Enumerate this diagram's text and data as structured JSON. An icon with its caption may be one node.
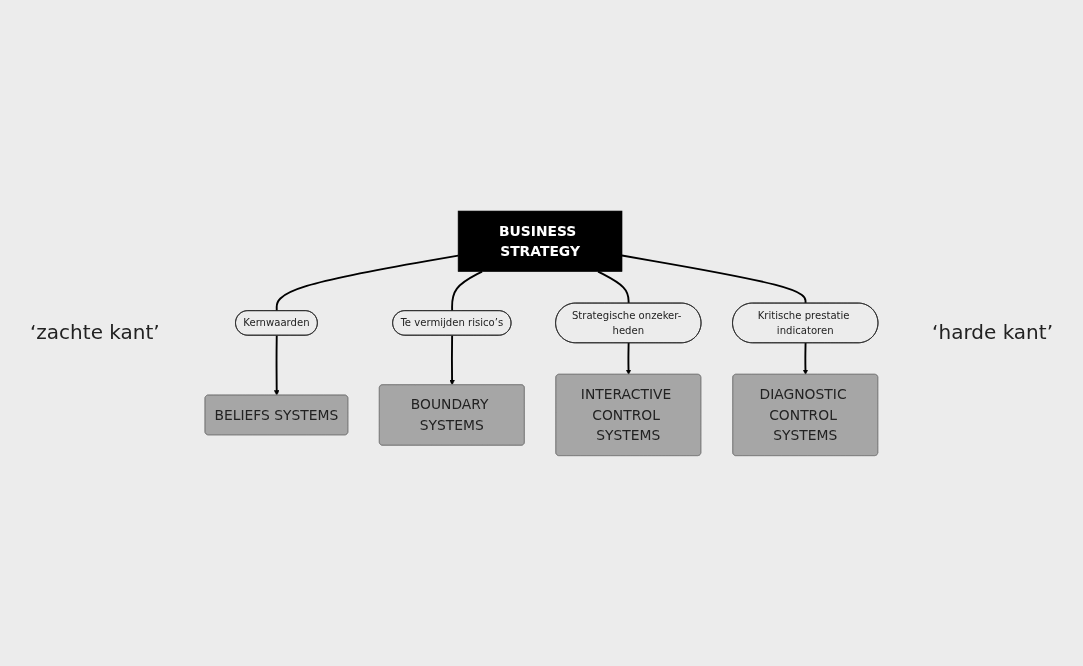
{
  "diagram": {
    "nodes": [
      {
        "text": [
          "BELIEFS SYSTEMS"
        ]
      },
      {
        "text": [
          "BOUNDARY SYSTEMS"
        ]
      },
      {
        "text": [
          "Kernwaarden"
        ]
      },
      {
        "text": [
          "Te vermijden risico’s"
        ]
      },
      {
        "text": [
          "BUSINESS STRATEGY"
        ]
      },
      {
        "text": [
          "Strategische onzeker- heden"
        ]
      },
      {
        "text": [
          "Kritische prestatie indicatoren"
        ]
      },
      {
        "text": [
          "INTERACTIVE CONTROL SYSTEMS"
        ]
      },
      {
        "text": [
          "DIAGNOSTIC CONTROL SYSTEMS"
        ]
      }
    ],
    "edges": [
      {
        "from": 4,
        "to": 2,
        "arrow": "none"
      },
      {
        "from": 2,
        "to": 0,
        "arrow": "to"
      },
      {
        "from": 4,
        "to": 3,
        "arrow": "none"
      },
      {
        "from": 3,
        "to": 1,
        "arrow": "to"
      },
      {
        "from": 4,
        "to": 5,
        "arrow": "none"
      },
      {
        "from": 5,
        "to": 7,
        "arrow": "to"
      },
      {
        "from": 4,
        "to": 6,
        "arrow": "none"
      },
      {
        "from": 6,
        "to": 8,
        "arrow": "to"
      }
    ],
    "labels": [
      "‘zachte kant’",
      "‘harde kant’"
    ]
  }
}
